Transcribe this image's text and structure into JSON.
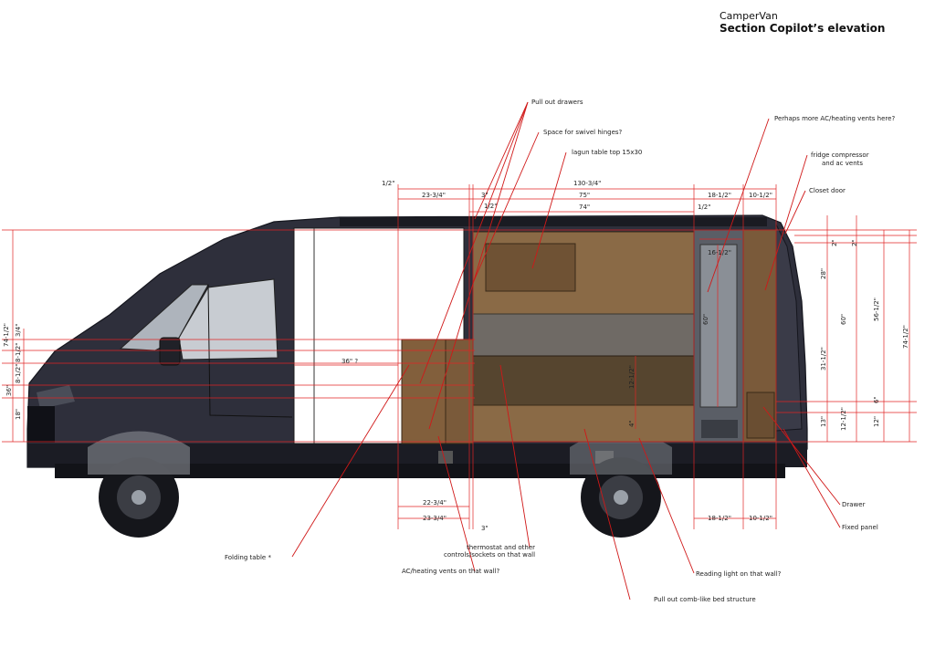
{
  "title": {
    "line1": "CamperVan",
    "line2": "Section Copilot’s elevation"
  },
  "colors": {
    "dimension_line": "#e02424",
    "van_body": "#2e2f3b",
    "wood": "#7a5a3a",
    "carpet": "#6f6a65"
  },
  "annotations": {
    "pull_out_drawers": "Pull out drawers",
    "swivel_hinges": "Space for swivel hinges?",
    "lagun_table": "lagun table top 15x30",
    "ac_vents_here": "Perhaps more AC/heating vents here?",
    "fridge_line1": "fridge compressor",
    "fridge_line2": "and ac vents",
    "closet_door": "Closet door",
    "drawer": "Drawer",
    "fixed_panel": "Fixed panel",
    "folding_table": "Folding table *",
    "thermostat_line1": "thermostat and other",
    "thermostat_line2": "controls/sockets on that wall",
    "ac_vents_wall": "AC/heating vents on that wall?",
    "reading_light": "Reading light on that wall?",
    "bed_structure": "Pull out comb-like bed structure"
  },
  "dimensions": {
    "top": {
      "d_half_left": "1/2\"",
      "d_130_3_4": "130-3/4\"",
      "d_23_3_4": "23-3/4\"",
      "d_3": "3\"",
      "d_75": "75\"",
      "d_18_1_2": "18-1/2\"",
      "d_10_1_2": "10-1/2\"",
      "d_half_a": "1/2\"",
      "d_74": "74\"",
      "d_half_b": "1/2\""
    },
    "left": {
      "d_74_1_2": "74-1/2\"",
      "d_3_4": "3/4\"",
      "d_8_1_2_a": "8-1/2\"",
      "d_8_1_2_b": "8-1/2\"",
      "d_36": "36\"",
      "d_18": "18\""
    },
    "right": {
      "d_2_a": "2\"",
      "d_2_b": "2\"",
      "d_28": "28\"",
      "d_56_1_2": "56-1/2\"",
      "d_74_1_2": "74-1/2\"",
      "d_60": "60\"",
      "d_31_1_2": "31-1/2\"",
      "d_6": "6\"",
      "d_13": "13\"",
      "d_12_1_2": "12-1/2\"",
      "d_12": "12\""
    },
    "interior": {
      "d_16_1_2": "16-1/2\"",
      "d_60_closet": "60\"",
      "d_36_q": "36\" ?",
      "d_12_1_2_bed": "12-1/2\"",
      "d_4": "4\""
    },
    "bottom": {
      "d_22_3_4": "22-3/4\"",
      "d_23_3_4": "23-3/4\"",
      "d_3": "3\"",
      "d_18_1_2": "18-1/2\"",
      "d_10_1_2": "10-1/2\""
    }
  }
}
